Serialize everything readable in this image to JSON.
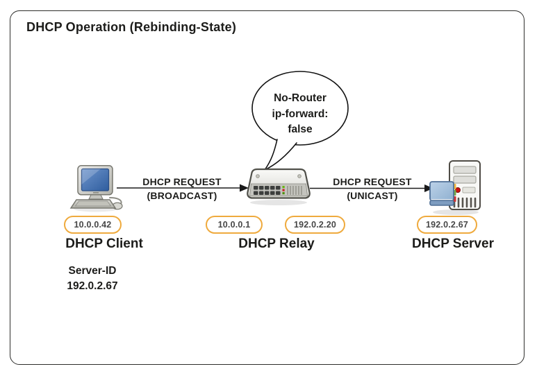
{
  "title": "DHCP Operation (Rebinding-State)",
  "bubble": {
    "line1": "No-Router",
    "line2": "ip-forward:",
    "line3": "false"
  },
  "nodes": {
    "client": {
      "label": "DHCP Client",
      "ip": "10.0.0.42"
    },
    "relay": {
      "label": "DHCP Relay",
      "ip_left": "10.0.0.1",
      "ip_right": "192.0.2.20"
    },
    "server": {
      "label": "DHCP Server",
      "ip": "192.0.2.67"
    }
  },
  "messages": {
    "broadcast": {
      "top": "DHCP REQUEST",
      "bottom": "(BROADCAST)"
    },
    "unicast": {
      "top": "DHCP REQUEST",
      "bottom": "(UNICAST)"
    }
  },
  "note": {
    "line1": "Server-ID",
    "line2": "192.0.2.67"
  },
  "colors": {
    "badge_border": "#EFAA3D",
    "badge_text": "#474747",
    "ink": "#1c1c1a",
    "frame_border": "#2c2c2a",
    "screen_blue": "#3465a4",
    "led_green": "#67b410",
    "led_red": "#cc2222"
  }
}
